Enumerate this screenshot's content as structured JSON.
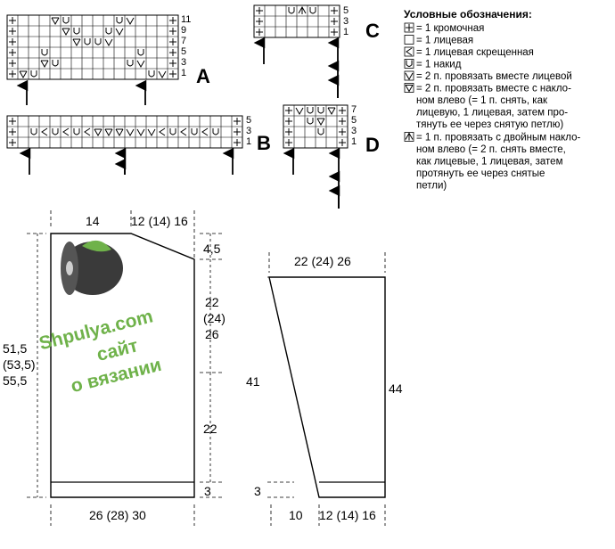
{
  "legend": {
    "title": "Условные обозначения:",
    "items": [
      {
        "icon": "edge-stitch-icon",
        "lines": [
          "= 1 кромочная"
        ]
      },
      {
        "icon": "knit-icon",
        "lines": [
          "= 1 лицевая"
        ]
      },
      {
        "icon": "twisted-knit-icon",
        "lines": [
          "= 1 лицевая скрещенная"
        ]
      },
      {
        "icon": "yarn-over-icon",
        "lines": [
          "= 1 накид"
        ]
      },
      {
        "icon": "k2tog-icon",
        "lines": [
          "= 2 п. провязать вместе лицевой"
        ]
      },
      {
        "icon": "ssk-icon",
        "lines": [
          "= 2 п. провязать вместе с накло-",
          "ном влево (= 1 п. снять, как",
          "лицевую, 1 лицевая, затем про-",
          "тянуть ее через снятую петлю)"
        ]
      },
      {
        "icon": "double-decrease-icon",
        "lines": [
          "= 1 п. провязать с двойным накло-",
          "ном влево (= 2 п. снять вместе,",
          "как лицевые, 1 лицевая, затем",
          "протянуть ее через снятые",
          "петли)"
        ]
      }
    ]
  },
  "charts": {
    "A": {
      "label": "A",
      "row_numbers": [
        "11",
        "9",
        "7",
        "5",
        "3",
        "1"
      ]
    },
    "B": {
      "label": "B",
      "row_numbers": [
        "5",
        "3",
        "1"
      ]
    },
    "C": {
      "label": "C",
      "row_numbers": [
        "5",
        "3",
        "1"
      ]
    },
    "D": {
      "label": "D",
      "row_numbers": [
        "7",
        "5",
        "3",
        "1"
      ]
    }
  },
  "front": {
    "top_left": "14",
    "top_right": "12 (14) 16",
    "shoulder": "4,5",
    "armhole": [
      "22",
      "(24)",
      "26"
    ],
    "side": "22",
    "height": [
      "51,5",
      "(53,5)",
      "55,5"
    ],
    "rib": "3",
    "bottom": "26 (28) 30"
  },
  "sleeve": {
    "top": "22 (24) 26",
    "left_height": "41",
    "right_height": "44",
    "rib": "3",
    "bottom_left": "10",
    "bottom_right": "12 (14) 16"
  },
  "watermark": {
    "line1": "Shpulya.com",
    "line2": "сайт",
    "line3": "о вязании"
  }
}
